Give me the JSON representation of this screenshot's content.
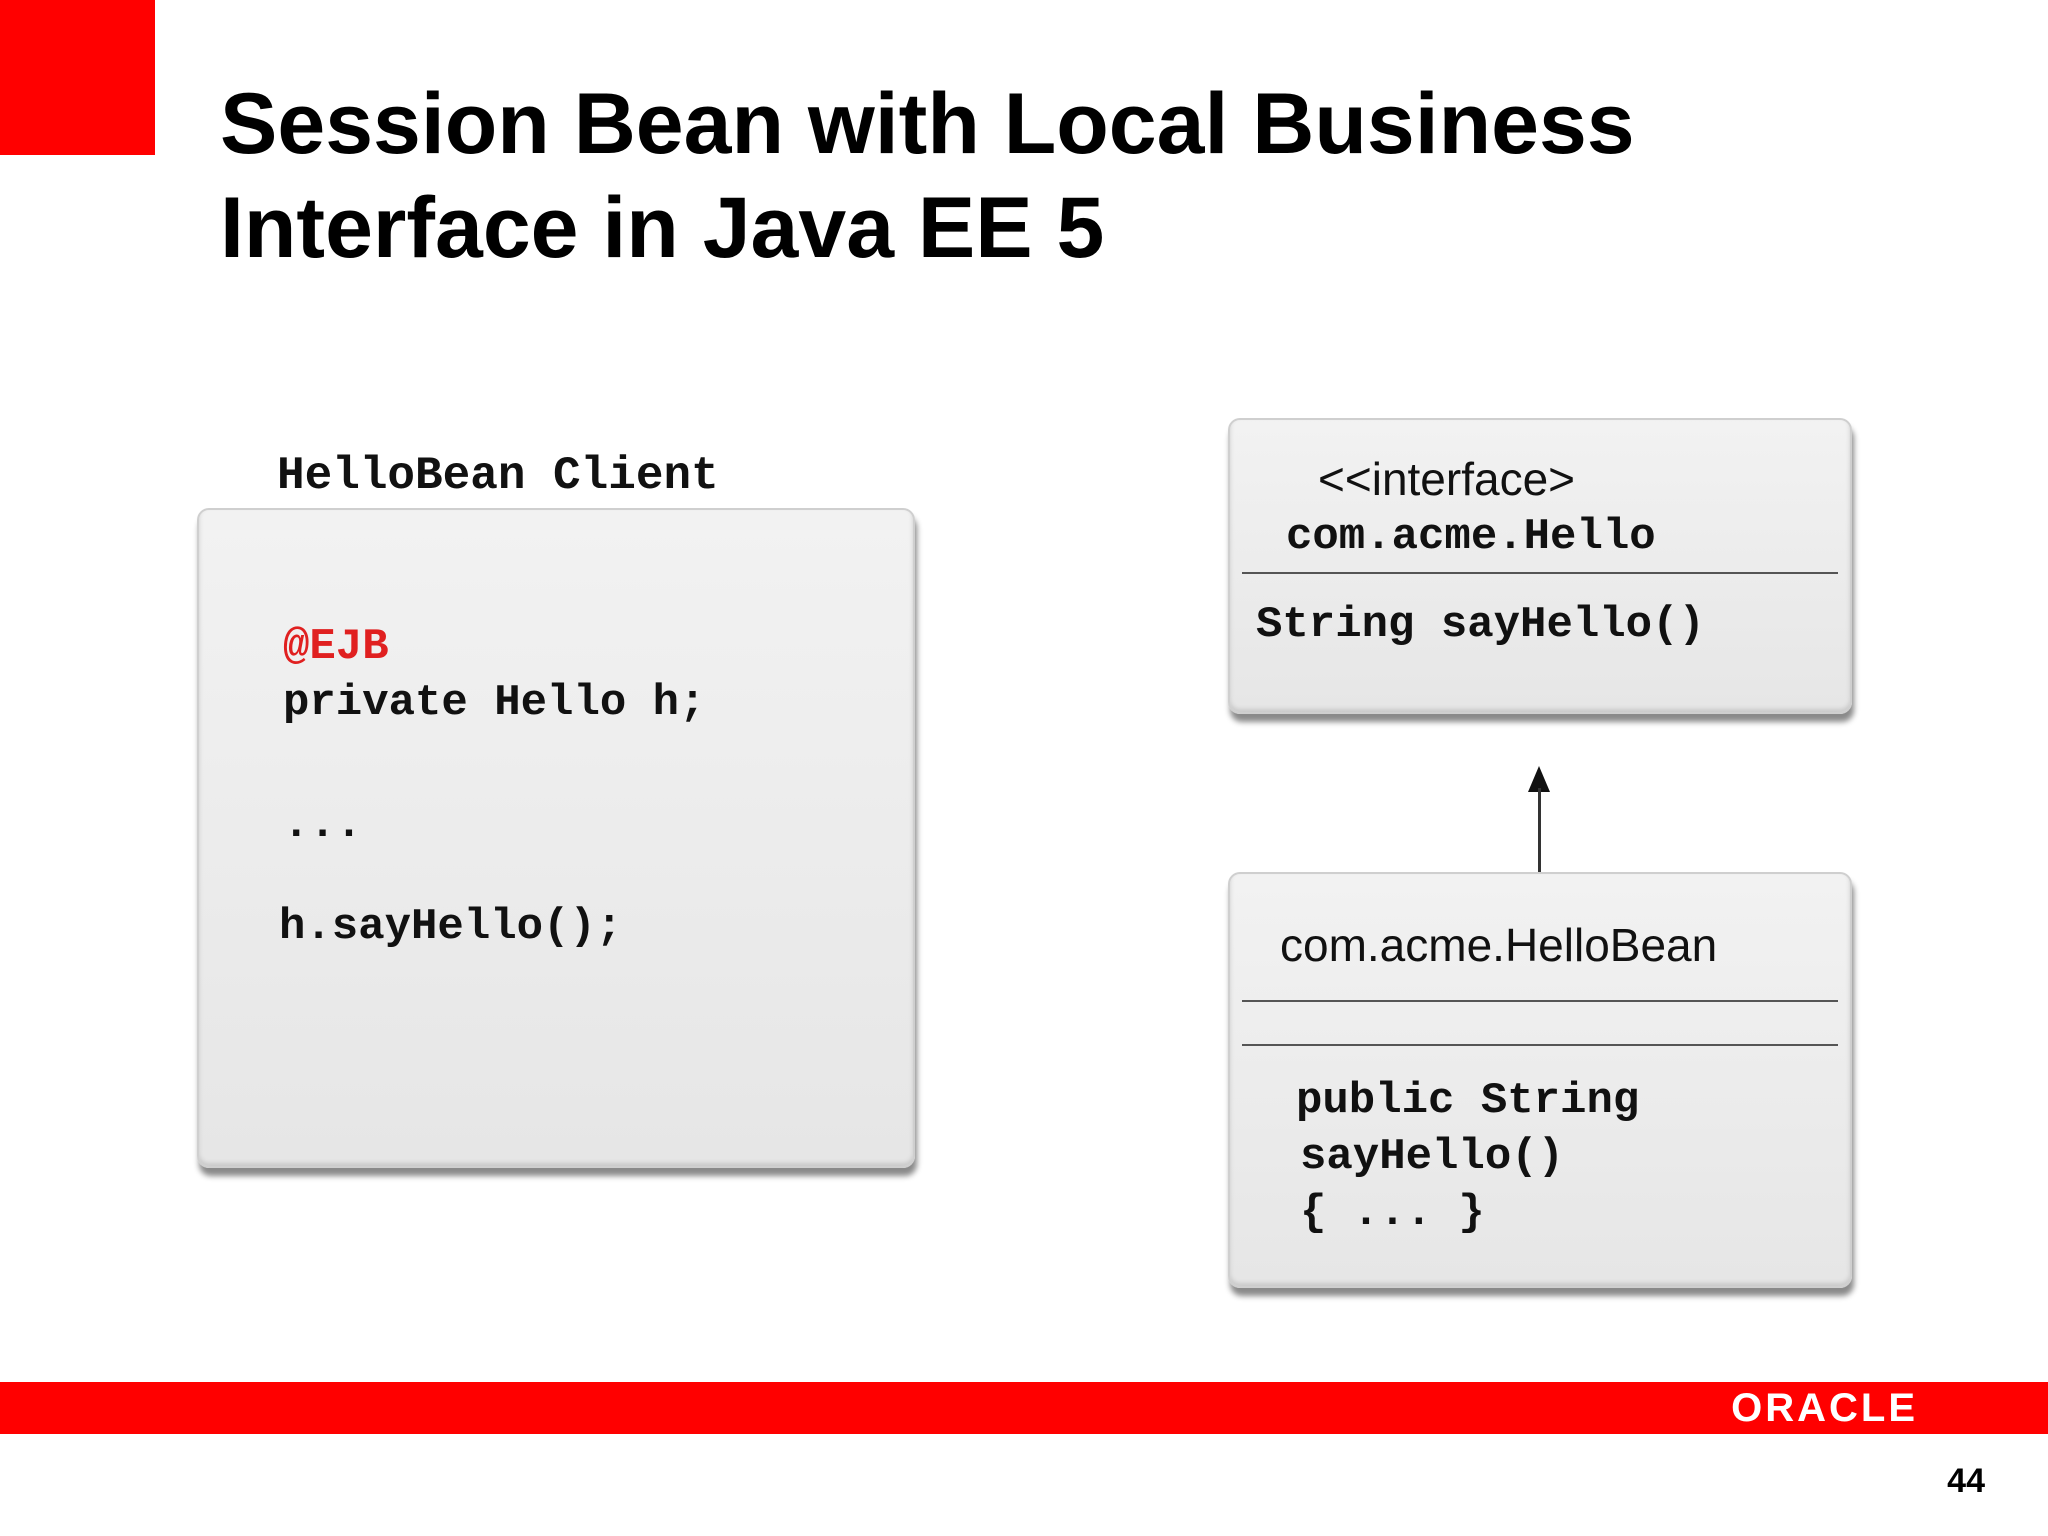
{
  "slide": {
    "title_line1": "Session Bean with Local Business",
    "title_line2": "Interface in Java EE 5",
    "page_number": "44",
    "logo_text": "ORACLE"
  },
  "client": {
    "label": "HelloBean Client",
    "annotation": "@EJB",
    "field_decl": "private Hello h;",
    "ellipsis": "...",
    "call": "h.sayHello();"
  },
  "interface_box": {
    "stereotype": "<<interface>",
    "name": "com.acme.Hello",
    "method": "String sayHello()"
  },
  "bean_box": {
    "name": "com.acme.HelloBean",
    "method_line1": "public String",
    "method_line2": "sayHello()",
    "method_line3": "{ ... }"
  },
  "colors": {
    "brand_red": "#ff0000",
    "annotation_red": "#e02020"
  }
}
